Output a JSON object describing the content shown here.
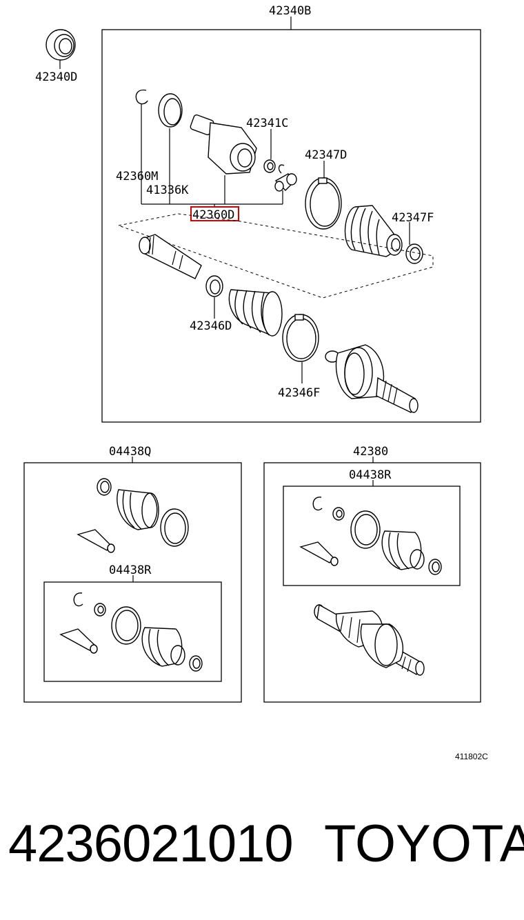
{
  "labels": {
    "assembly_main": "42340B",
    "seal_outer": "42340D",
    "inner_joint": "42341C",
    "boot_clamp_large_inner": "42347D",
    "snap_ring": "42360M",
    "bearing_seal": "41336K",
    "inner_joint_assy": "42360D",
    "boot_inner": "42347F",
    "clamp_small_outer": "42346D",
    "clamp_large_outer": "42346F",
    "kit_inboard": "04438Q",
    "kit_outboard_left": "04438R",
    "shaft_assy": "42380",
    "kit_outboard_right": "04438R",
    "drawing_code": "411802C"
  },
  "footer": {
    "part_number": "4236021010",
    "brand": "TOYOTA"
  },
  "highlight": {
    "color": "#d10000",
    "target": "42360D"
  }
}
